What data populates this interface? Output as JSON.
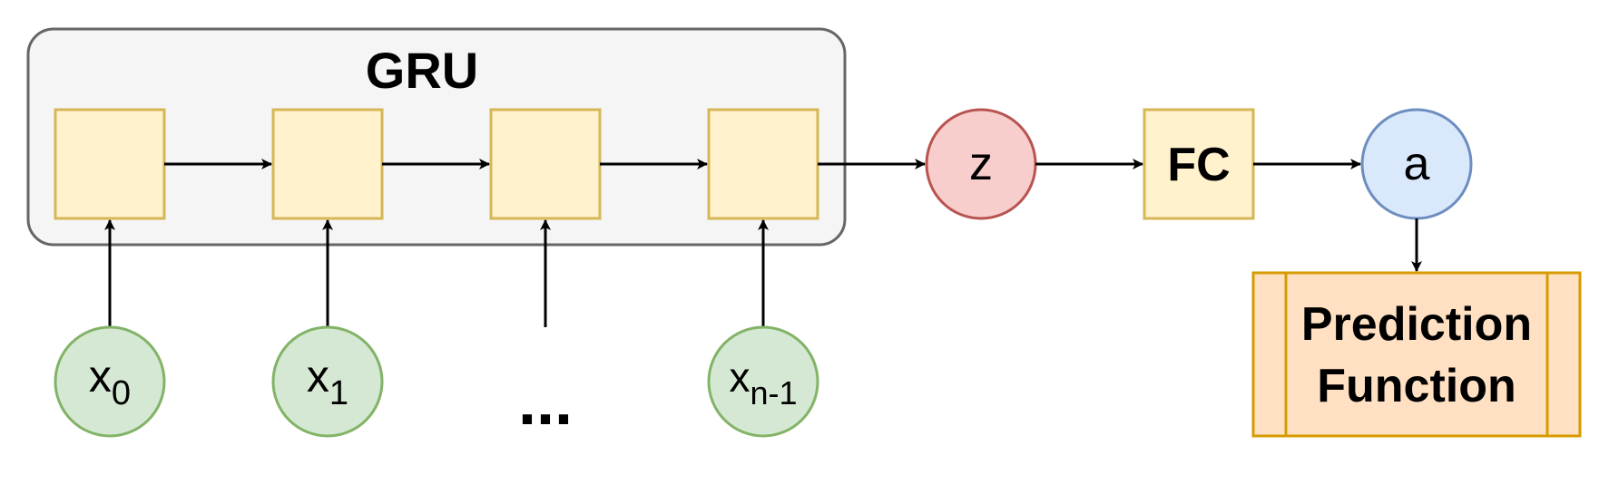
{
  "gru": {
    "title": "GRU",
    "cell_count": 4
  },
  "inputs": [
    {
      "base": "x",
      "sub": "0"
    },
    {
      "base": "x",
      "sub": "1"
    },
    {
      "base": "x",
      "sub": "n-1"
    }
  ],
  "ellipsis": "...",
  "z_label": "z",
  "fc_label": "FC",
  "a_label": "a",
  "prediction": {
    "line1": "Prediction",
    "line2": "Function"
  },
  "colors": {
    "gru_bg": "#f5f5f5",
    "gru_border": "#666666",
    "cell_fill": "#fff2cc",
    "cell_border": "#d6b656",
    "input_fill": "#d5e8d4",
    "input_border": "#82b366",
    "z_fill": "#f8cecc",
    "z_border": "#b85450",
    "a_fill": "#dae8fc",
    "a_border": "#6c8ebf",
    "pred_fill": "#ffe0c2",
    "pred_border": "#d79b00"
  }
}
